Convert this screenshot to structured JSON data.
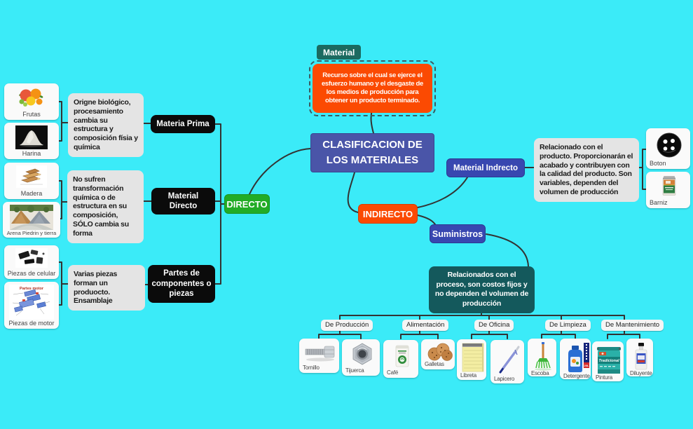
{
  "colors": {
    "background": "#3BEBF8",
    "root_blue": "#4A55A8",
    "orange": "#FB4A02",
    "green_directo": "#22AC26",
    "dark_blue_pill": "#3847B0",
    "teal_label": "#1B6A60",
    "teal_note": "#14595C",
    "black_node": "#0B0B0B",
    "note_gray": "#E4E4E4"
  },
  "root": {
    "label": "CLASIFICACION DE LOS MATERIALES"
  },
  "material": {
    "label": "Material",
    "description": "Recurso sobre el cual se ejerce el esfuerzo humano y el desgaste de los medios de producción para obtener un producto terminado."
  },
  "directo": {
    "label": "DIRECTO",
    "branches": [
      {
        "label": "Materia Prima",
        "note": "Origne biológico, procesamiento cambia su estructura y composición físia y química",
        "items": [
          {
            "label": "Frutas"
          },
          {
            "label": "Harina"
          }
        ]
      },
      {
        "label": "Material Directo",
        "note": "No sufren transformación química o de estructura en su composición, SÓLO cambia su forma",
        "items": [
          {
            "label": "Madera"
          },
          {
            "label": "Arena Piedrin y tierra"
          }
        ]
      },
      {
        "label": "Partes de componentes o piezas",
        "note": "Varias piezas forman un produocto. Ensamblaje",
        "items": [
          {
            "label": "Piezas de celular"
          },
          {
            "label": "Piezas de motor"
          }
        ]
      }
    ]
  },
  "indirecto": {
    "label": "INDIRECTO",
    "material_indirecto": {
      "label": "Material Indrecto",
      "note": "Relacionado con el producto. Proporcionarán el acabado y contribuyen con la calidad del producto. Son variables, dependen del volumen de producción",
      "items": [
        {
          "label": "Boton"
        },
        {
          "label": "Barniz"
        }
      ]
    },
    "suministros": {
      "label": "Suministros",
      "note": "Relacionados con el proceso, son costos fijos y no dependen el volumen de producción",
      "categories": [
        {
          "label": "De Producción",
          "items": [
            "Tornillo",
            "Tijuerca"
          ]
        },
        {
          "label": "Alimentación",
          "items": [
            "Café",
            "Galletas"
          ]
        },
        {
          "label": "De Oficina",
          "items": [
            "Libreta",
            "Lapicero"
          ]
        },
        {
          "label": "De Limpieza",
          "items": [
            "Escoba",
            "Detergente"
          ]
        },
        {
          "label": "De Mantenimiento",
          "items": [
            "Pintura",
            "Diluyente"
          ]
        }
      ]
    }
  }
}
